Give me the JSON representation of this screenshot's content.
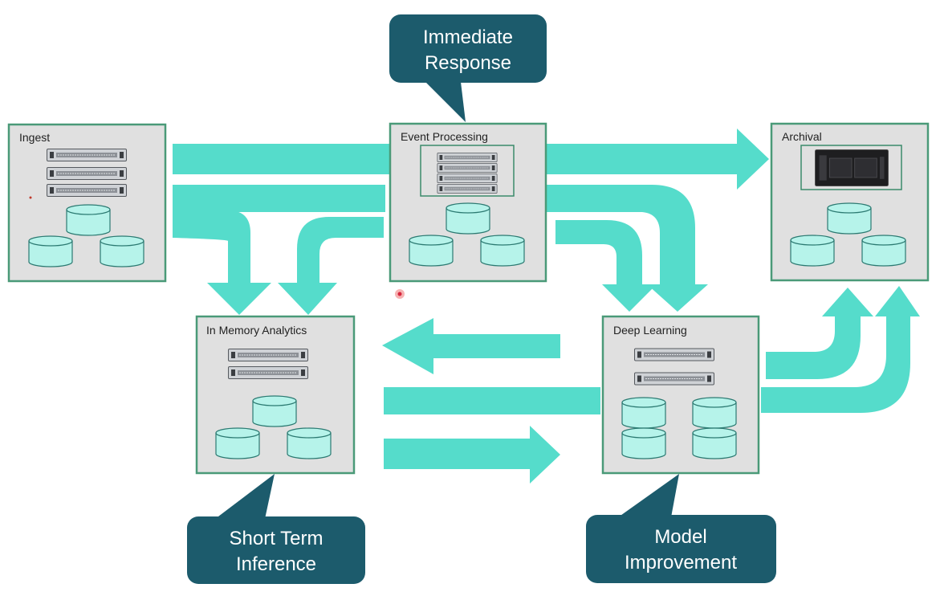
{
  "nodes": {
    "ingest": {
      "title": "Ingest"
    },
    "event_processing": {
      "title": "Event Processing"
    },
    "archival": {
      "title": "Archival"
    },
    "in_memory_analytics": {
      "title": "In Memory Analytics"
    },
    "deep_learning": {
      "title": "Deep Learning"
    }
  },
  "callouts": {
    "immediate_response": {
      "line1": "Immediate",
      "line2": "Response"
    },
    "short_term_inference": {
      "line1": "Short Term",
      "line2": "Inference"
    },
    "model_improvement": {
      "line1": "Model",
      "line2": "Improvement"
    }
  },
  "colors": {
    "flow_arrow": "#55dccb",
    "node_border": "#4a9a78",
    "node_fill": "#e0e0e0",
    "callout_fill": "#1c5b6c",
    "database_fill": "#b6f3ea",
    "database_stroke": "#2c7a72"
  },
  "icons": {
    "server": "rack-server-icon",
    "database": "database-cylinder-icon"
  }
}
